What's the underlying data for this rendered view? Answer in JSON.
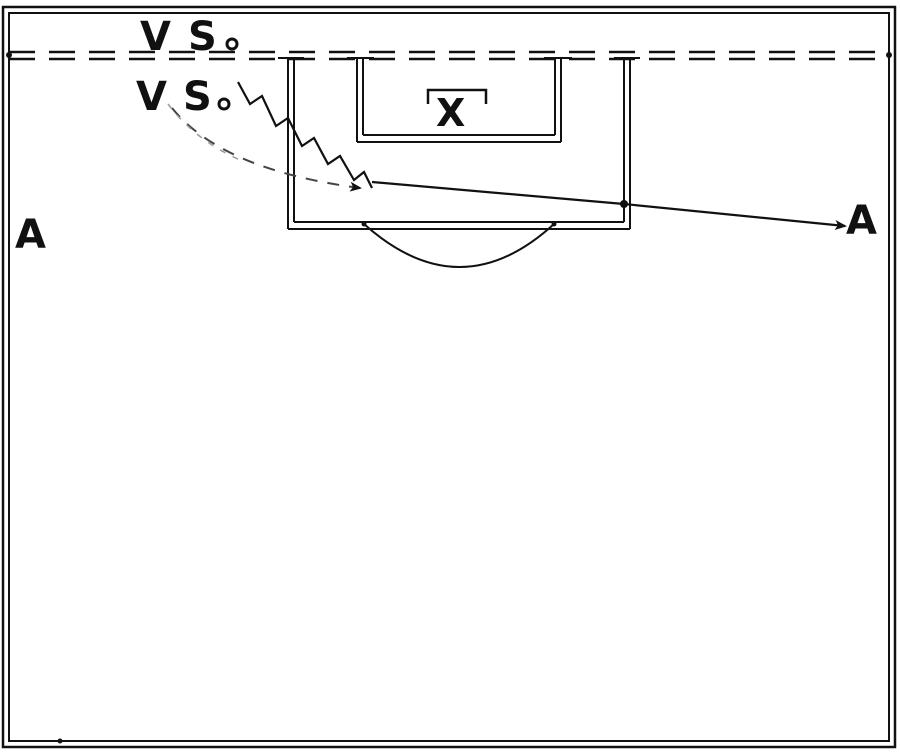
{
  "labels": {
    "vso_top_v": "V",
    "vso_top_s": "S",
    "vso_mid_v": "V",
    "vso_mid_s": "S",
    "box_x": "X",
    "a_left": "A",
    "a_right": "A"
  },
  "colors": {
    "line": "#111111",
    "dashed": "#111111",
    "faint": "#888888",
    "background": "#ffffff"
  }
}
